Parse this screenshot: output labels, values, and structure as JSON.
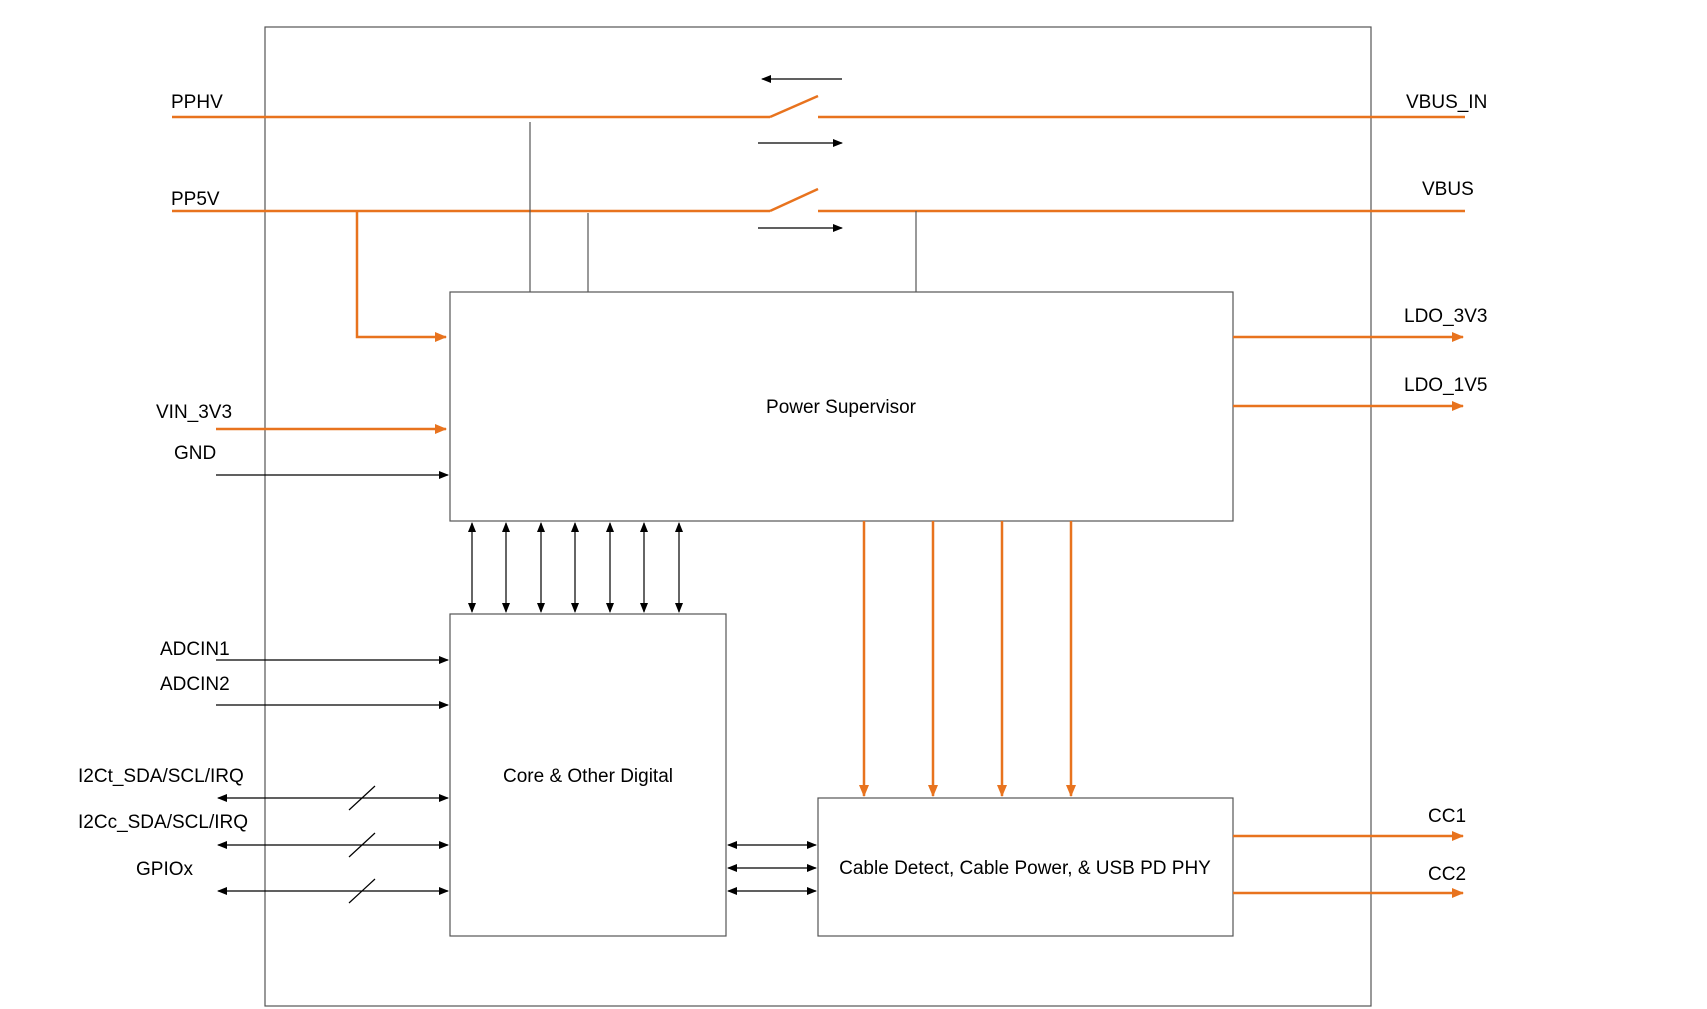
{
  "colors": {
    "power": "#e8731e",
    "signal": "#000000",
    "border": "#555555",
    "background": "#ffffff"
  },
  "blocks": {
    "power_supervisor": "Power Supervisor",
    "core_digital": "Core & Other Digital",
    "cable_detect": "Cable Detect, Cable Power, & USB PD PHY"
  },
  "pins": {
    "pphv": "PPHV",
    "pp5v": "PP5V",
    "vin_3v3": "VIN_3V3",
    "gnd": "GND",
    "adcin1": "ADCIN1",
    "adcin2": "ADCIN2",
    "i2ct": "I2Ct_SDA/SCL/IRQ",
    "i2cc": "I2Cc_SDA/SCL/IRQ",
    "gpiox": "GPIOx",
    "vbus_in": "VBUS_IN",
    "vbus": "VBUS",
    "ldo_3v3": "LDO_3V3",
    "ldo_1v5": "LDO_1V5",
    "cc1": "CC1",
    "cc2": "CC2"
  }
}
